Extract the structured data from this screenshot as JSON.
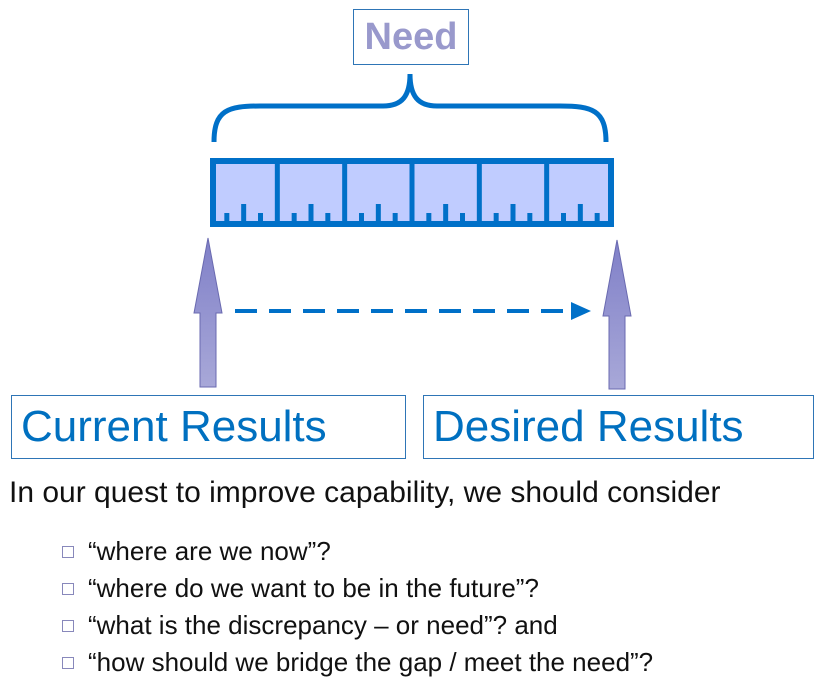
{
  "need_label": "Need",
  "ruler_segments": 6,
  "current_results": "Current Results",
  "desired_results": "Desired Results",
  "intro": "In our quest to improve capability, we should consider",
  "bullets": [
    "“where are we now”?",
    "“where do we want to be in the future”?",
    "“what is the discrepancy – or need”? and",
    "“how should we bridge the gap / meet the need”?"
  ],
  "colors": {
    "primary": "#0070C8",
    "ruler_fill": "#C0CCFF",
    "arrow": "#9999CC",
    "need_text": "#9999CC"
  }
}
